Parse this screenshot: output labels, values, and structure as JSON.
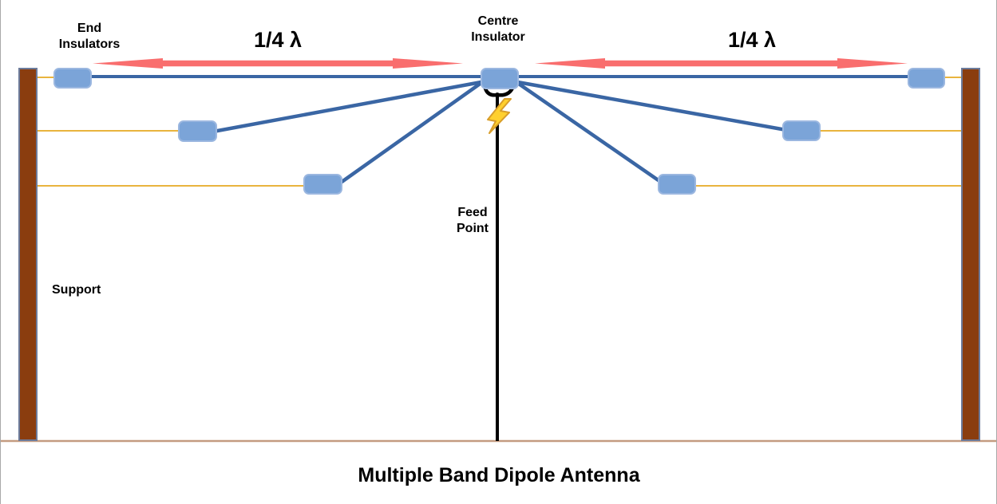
{
  "title": "Multiple Band Dipole Antenna",
  "labels": {
    "end_insulators": "End\nInsulators",
    "quarter_wave_left": "1/4 λ",
    "quarter_wave_right": "1/4 λ",
    "centre_insulator": "Centre\nInsulator",
    "feed_point": "Feed\nPoint",
    "support": "Support"
  },
  "colors": {
    "wire": "#3A66A4",
    "rope": "#E9B43E",
    "insulator_fill": "#7BA4D8",
    "insulator_border": "#9BB7E0",
    "post_fill": "#8A3D0F",
    "post_border": "#6C7B9B",
    "arrow": "#F96E6E",
    "ground": "#C49B80",
    "feed_line": "#000000",
    "bolt_fill": "#FFD02E",
    "bolt_border": "#D89E2B",
    "text": "#000000"
  }
}
